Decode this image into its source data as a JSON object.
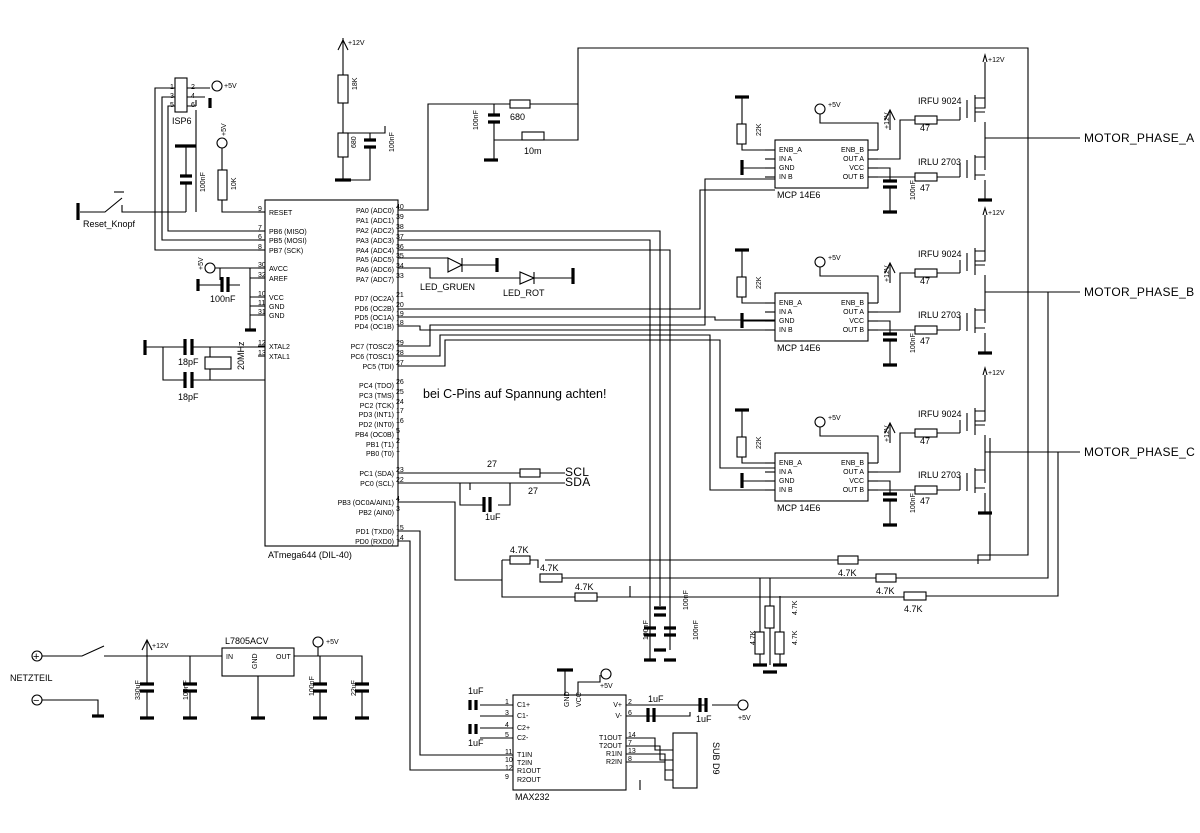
{
  "mcu": {
    "name": "ATmega644 (DIL-40)",
    "left_pins": [
      {
        "label": "RESET",
        "num": "9"
      },
      {
        "label": "PB6 (MISO)",
        "num": "7"
      },
      {
        "label": "PB5 (MOSI)",
        "num": "6"
      },
      {
        "label": "PB7 (SCK)",
        "num": "8"
      },
      {
        "label": "AVCC",
        "num": "30"
      },
      {
        "label": "AREF",
        "num": "32"
      },
      {
        "label": "VCC",
        "num": "10"
      },
      {
        "label": "GND",
        "num": "11"
      },
      {
        "label": "GND",
        "num": "31"
      },
      {
        "label": "XTAL2",
        "num": "12"
      },
      {
        "label": "XTAL1",
        "num": "13"
      }
    ],
    "right_pins": [
      {
        "label": "PA0 (ADC0)",
        "num": "40"
      },
      {
        "label": "PA1 (ADC1)",
        "num": "39"
      },
      {
        "label": "PA2 (ADC2)",
        "num": "38"
      },
      {
        "label": "PA3 (ADC3)",
        "num": "37"
      },
      {
        "label": "PA4 (ADC4)",
        "num": "36"
      },
      {
        "label": "PA5 (ADC5)",
        "num": "35"
      },
      {
        "label": "PA6 (ADC6)",
        "num": "34"
      },
      {
        "label": "PA7 (ADC7)",
        "num": "33"
      },
      {
        "label": "PD7 (OC2A)",
        "num": "21"
      },
      {
        "label": "PD6 (OC2B)",
        "num": "20"
      },
      {
        "label": "PD5 (OC1A)",
        "num": "19"
      },
      {
        "label": "PD4 (OC1B)",
        "num": "18"
      },
      {
        "label": "PC7 (TOSC2)",
        "num": "29"
      },
      {
        "label": "PC6 (TOSC1)",
        "num": "28"
      },
      {
        "label": "PC5 (TDI)",
        "num": "27"
      },
      {
        "label": "PC4 (TDO)",
        "num": "26"
      },
      {
        "label": "PC3 (TMS)",
        "num": "25"
      },
      {
        "label": "PC2 (TCK)",
        "num": "24"
      },
      {
        "label": "PD3 (INT1)",
        "num": "17"
      },
      {
        "label": "PD2 (INT0)",
        "num": "16"
      },
      {
        "label": "PB4 (OC0B)",
        "num": "5"
      },
      {
        "label": "PB1 (T1)",
        "num": "2"
      },
      {
        "label": "PB0 (T0)",
        "num": "1"
      },
      {
        "label": "PC1 (SDA)",
        "num": "23"
      },
      {
        "label": "PC0 (SCL)",
        "num": "22"
      },
      {
        "label": "PB3 (OC0A/AIN1)",
        "num": "4"
      },
      {
        "label": "PB2 (AIN0)",
        "num": "3"
      },
      {
        "label": "PD1 (TXD0)",
        "num": "15"
      },
      {
        "label": "PD0 (RXD0)",
        "num": "14"
      }
    ]
  },
  "note": "bei C-Pins auf Spannung achten!",
  "labels": {
    "isp": "ISP6",
    "reset_button": "Reset_Knopf",
    "led_green": "LED_GRUEN",
    "led_red": "LED_ROT",
    "scl": "SCL",
    "sda": "SDA",
    "netzteil": "NETZTEIL",
    "regulator": "L7805ACV",
    "max232": "MAX232",
    "subd9": "SUB D9",
    "crystal": "20MHz"
  },
  "supplies": {
    "p5": "+5V",
    "p12": "+12V"
  },
  "values": {
    "r18k": "18K",
    "r680": "680",
    "c100n": "100nF",
    "r680b": "680",
    "r10m": "10m",
    "r10k": "10K",
    "c18p": "18pF",
    "c1u": "1uF",
    "r27": "27",
    "r47": "47",
    "r22k": "22K",
    "r47k": "4.7K",
    "c330u": "330uF",
    "c22u": "22uF"
  },
  "drivers": {
    "name": "MCP 14E6",
    "pins_left": [
      "ENB_A",
      "IN A",
      "GND",
      "IN B"
    ],
    "pins_right": [
      "ENB_B",
      "OUT A",
      "VCC",
      "OUT B"
    ],
    "high_fet": "IRFU 9024",
    "low_fet": "IRLU 2703"
  },
  "phases": [
    "MOTOR_PHASE_A",
    "MOTOR_PHASE_B",
    "MOTOR_PHASE_C"
  ],
  "max232_pins": {
    "left": [
      "C1+",
      "C1-",
      "C2+",
      "C2-",
      "T1IN",
      "T2IN",
      "R1OUT",
      "R2OUT"
    ],
    "left_nums": [
      "1",
      "3",
      "4",
      "5",
      "11",
      "10",
      "12",
      "9"
    ],
    "top": [
      "GND",
      "VCC"
    ],
    "right": [
      "V+",
      "V-",
      "T1OUT",
      "T2OUT",
      "R1IN",
      "R2IN"
    ],
    "right_nums": [
      "2",
      "6",
      "14",
      "7",
      "13",
      "8"
    ]
  },
  "reg_pins": {
    "in": "IN",
    "gnd": "GND",
    "out": "OUT"
  }
}
